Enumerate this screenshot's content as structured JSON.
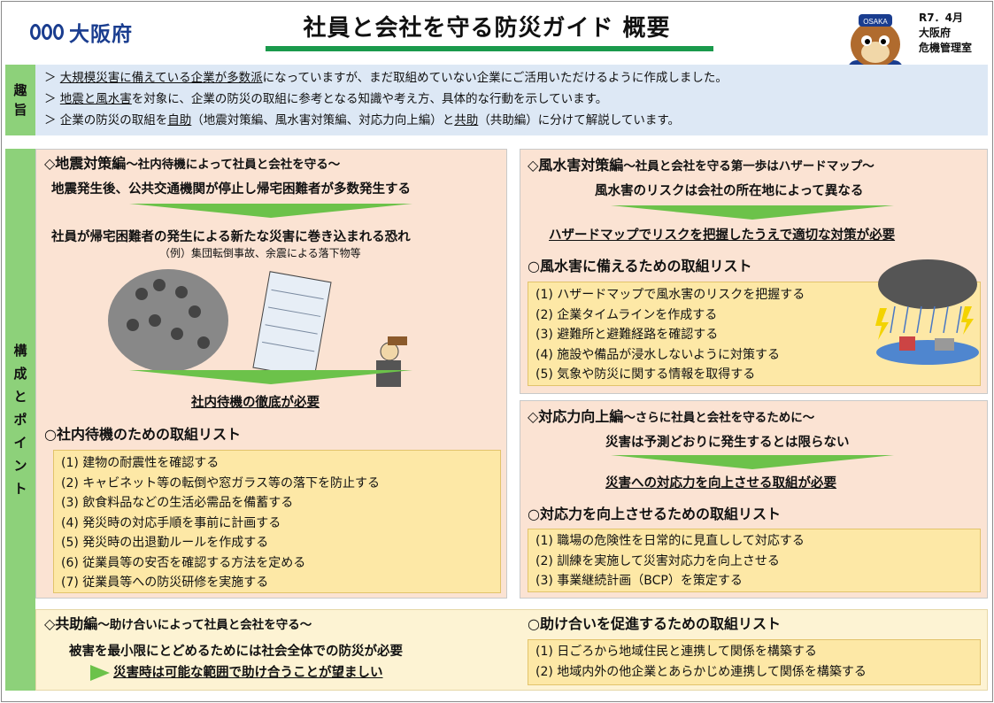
{
  "header": {
    "logo_text": "大阪府",
    "title": "社員と会社を守る防災ガイド 概要",
    "date": "R7．4月",
    "org1": "大阪府",
    "org2": "危機管理室",
    "mascot_cap_text": "OSAKA"
  },
  "summary": {
    "label1": "趣",
    "label2": "旨",
    "lines": [
      {
        "prefix": "＞ ",
        "u": "大規模災害に備えている企業が多数派",
        "rest": "になっていますが、まだ取組めていない企業にご活用いただけるように作成しました。"
      },
      {
        "prefix": "＞ ",
        "u": "地震と風水害",
        "rest": "を対象に、企業の防災の取組に参考となる知識や考え方、具体的な行動を示しています。"
      },
      {
        "prefix": "＞ 企業の防災の取組を",
        "u": "自助",
        "mid": "（地震対策編、風水害対策編、対応力向上編）と",
        "u2": "共助",
        "rest": "（共助編）に分けて解説しています。"
      }
    ]
  },
  "side_label": [
    "構",
    "成",
    "と",
    "ポ",
    "イ",
    "ン",
    "ト"
  ],
  "earthquake": {
    "heading": "◇地震対策編",
    "heading_sub": "～社内待機によって社員と会社を守る～",
    "line1": "地震発生後、公共交通機関が停止し帰宅困難者が多数発生する",
    "line2": "社員が帰宅困難者の発生による新たな災害に巻き込まれる恐れ",
    "example": "（例）集団転倒事故、余震による落下物等",
    "conclusion": "社内待機の徹底が必要",
    "list_title": "○社内待機のための取組リスト",
    "items": [
      "(1) 建物の耐震性を確認する",
      "(2) キャビネット等の転倒や窓ガラス等の落下を防止する",
      "(3) 飲食料品などの生活必需品を備蓄する",
      "(4) 発災時の対応手順を事前に計画する",
      "(5) 発災時の出退勤ルールを作成する",
      "(6) 従業員等の安否を確認する方法を定める",
      "(7) 従業員等への防災研修を実施する"
    ]
  },
  "flood": {
    "heading": "◇風水害対策編",
    "heading_sub": "～社員と会社を守る第一歩はハザードマップ～",
    "line1": "風水害のリスクは会社の所在地によって異なる",
    "conclusion": "ハザードマップでリスクを把握したうえで適切な対策が必要",
    "list_title": "○風水害に備えるための取組リスト",
    "items": [
      "(1) ハザードマップで風水害のリスクを把握する",
      "(2) 企業タイムラインを作成する",
      "(3) 避難所と避難経路を確認する",
      "(4) 施設や備品が浸水しないように対策する",
      "(5) 気象や防災に関する情報を取得する"
    ]
  },
  "response": {
    "heading": "◇対応力向上編",
    "heading_sub": "～さらに社員と会社を守るために～",
    "line1": "災害は予測どおりに発生するとは限らない",
    "conclusion": "災害への対応力を向上させる取組が必要",
    "list_title": "○対応力を向上させるための取組リスト",
    "items": [
      "(1) 職場の危険性を日常的に見直しして対応する",
      "(2) 訓練を実施して災害対応力を向上させる",
      "(3) 事業継続計画（BCP）を策定する"
    ]
  },
  "mutual": {
    "heading": "◇共助編",
    "heading_sub": "～助け合いによって社員と会社を守る～",
    "line1": "被害を最小限にとどめるためには社会全体での防災が必要",
    "conclusion": "災害時は可能な範囲で助け合うことが望ましい",
    "list_title": "○助け合いを促進するための取組リスト",
    "items": [
      "(1) 日ごろから地域住民と連携して関係を構築する",
      "(2) 地域内外の他企業とあらかじめ連携して関係を構築する"
    ]
  }
}
